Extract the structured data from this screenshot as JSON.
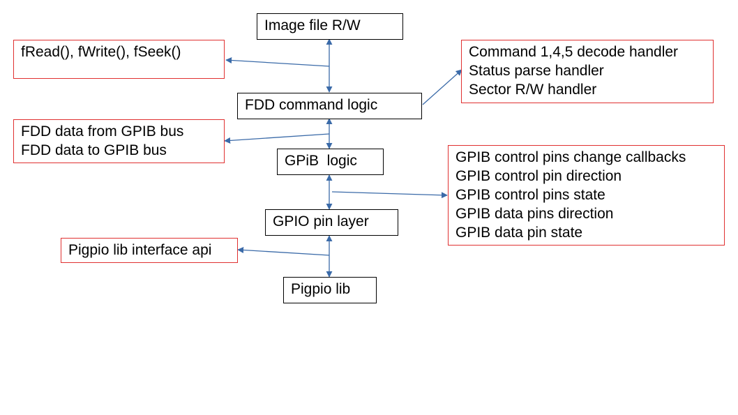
{
  "colors": {
    "core_border": "#000000",
    "note_border": "#e03030",
    "arrow": "#3a6aa8"
  },
  "layers": {
    "image_file": "Image file R/W",
    "fdd_command": "FDD command logic",
    "gpib_logic": "GPiB  logic",
    "gpio_pin": "GPIO pin layer",
    "pigpio_lib": "Pigpio lib"
  },
  "notes": {
    "file_ops": [
      "fRead(), fWrite(), fSeek()"
    ],
    "command_handlers": [
      "Command 1,4,5 decode handler",
      "Status parse handler",
      "Sector R/W handler"
    ],
    "fdd_data": [
      "FDD data from GPIB bus",
      "FDD data to GPIB bus"
    ],
    "gpib_pins": [
      "GPIB control pins change callbacks",
      "GPIB control pin direction",
      "GPIB control pins state",
      "GPIB data pins direction",
      "GPIB data pin state"
    ],
    "pigpio_api": [
      "Pigpio lib interface api"
    ]
  }
}
